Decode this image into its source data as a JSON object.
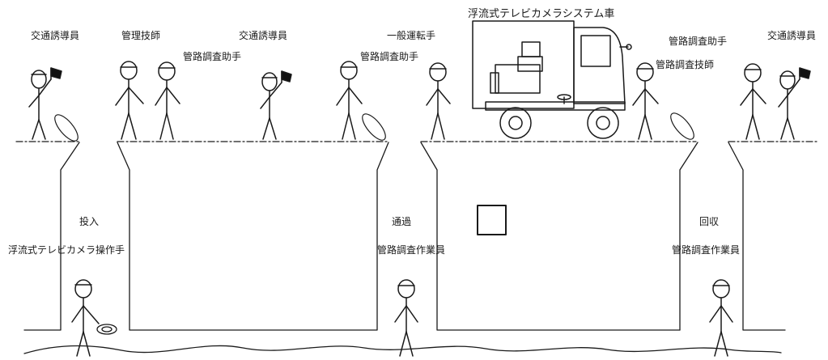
{
  "labels": {
    "traffic_guide_left": "交通誘導員",
    "manager": "管理技師",
    "pipe_assistant_1": "管路調査助手",
    "traffic_guide_mid": "交通誘導員",
    "driver": "一般運転手",
    "pipe_assistant_2": "管路調査助手",
    "vehicle": "浮流式テレビカメラシステム車",
    "pipe_assistant_3": "管路調査助手",
    "pipe_engineer": "管路調査技師",
    "traffic_guide_right": "交通誘導員",
    "insert": "投入",
    "camera_operator": "浮流式テレビカメラ操作手",
    "pass": "通過",
    "pipe_worker_1": "管路調査作業員",
    "collect": "回収",
    "pipe_worker_2": "管路調査作業員"
  },
  "colors": {
    "line": "#1a1a1a",
    "flag": "#111111",
    "background": "#ffffff"
  },
  "icons": [
    "flag-icon",
    "manhole-cover-icon",
    "camera-float-icon",
    "truck-icon"
  ]
}
